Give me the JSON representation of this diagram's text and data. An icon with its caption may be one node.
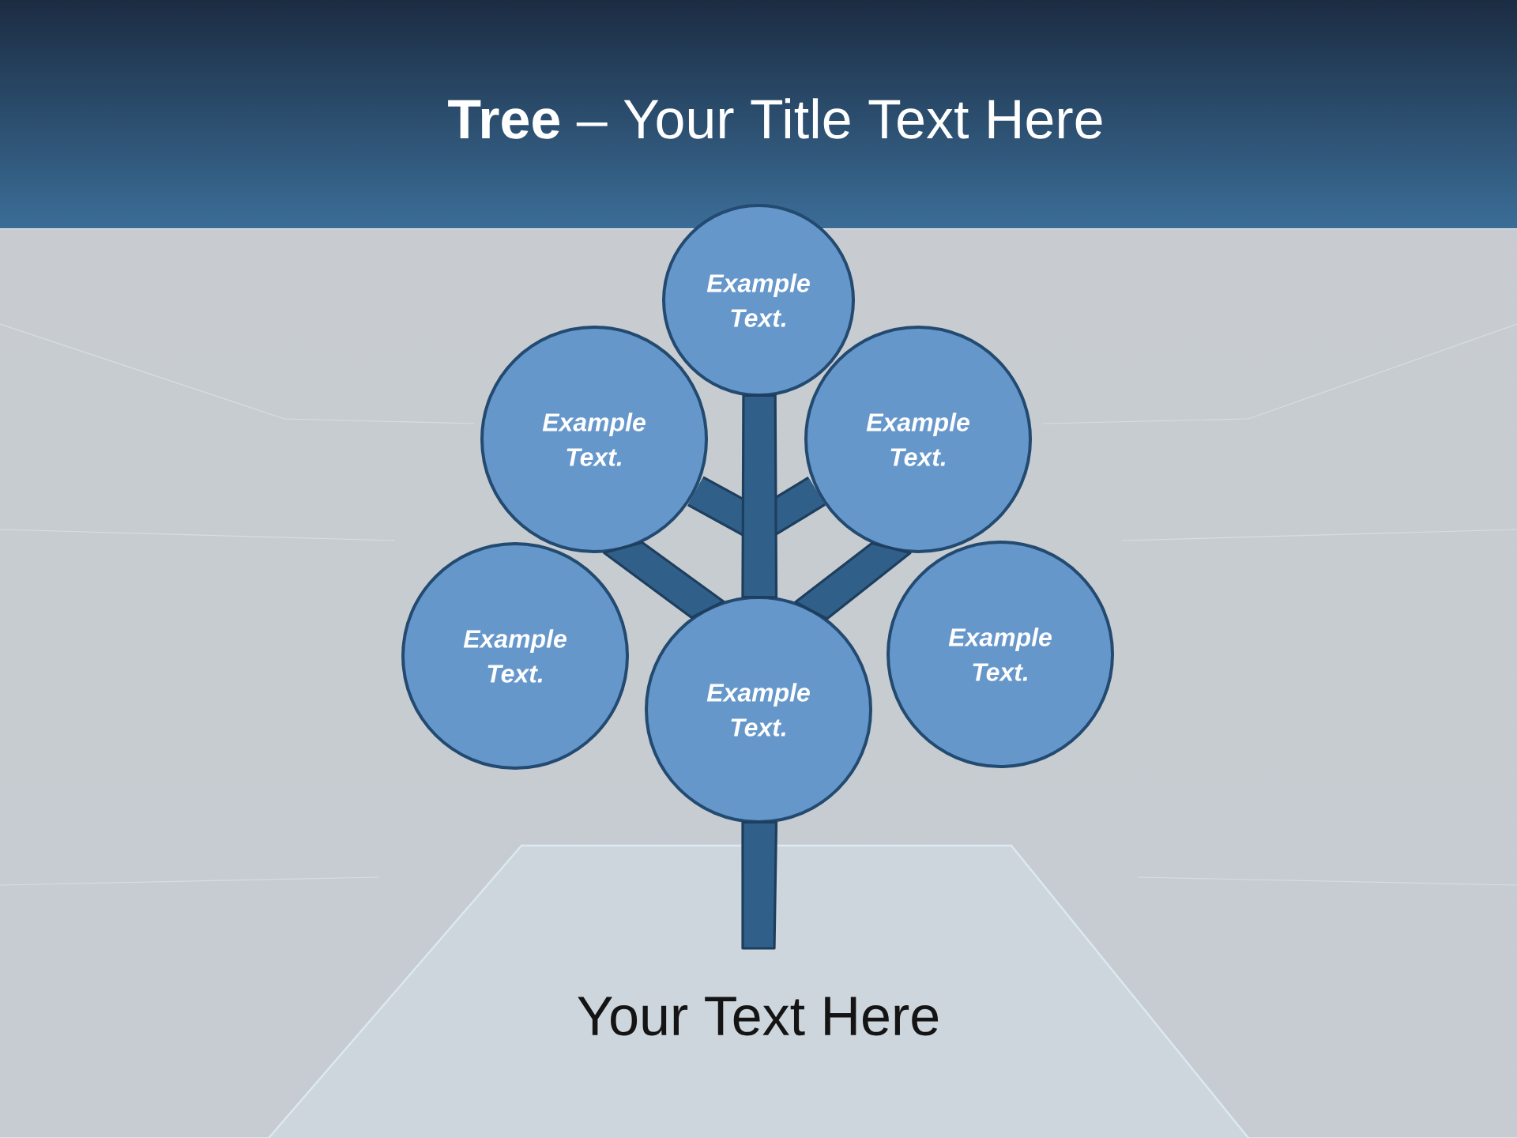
{
  "diagram": {
    "title": "**Tree** – Your Title Text Here",
    "nodes": [
      {
        "text": [
          "Example Text."
        ]
      },
      {
        "text": [
          "Example Text."
        ]
      },
      {
        "text": [
          "Example Text."
        ]
      },
      {
        "text": [
          "Example Text."
        ]
      },
      {
        "text": [
          "Example Text."
        ]
      },
      {
        "text": [
          "Example Text."
        ]
      }
    ],
    "edges": [
      {
        "from": null,
        "to": 1,
        "arrow": "none"
      },
      {
        "from": null,
        "to": 2,
        "arrow": "none"
      },
      {
        "from": 1,
        "to": 4,
        "arrow": "none"
      },
      {
        "from": 2,
        "to": 4,
        "arrow": "none"
      },
      {
        "from": 4,
        "to": 0,
        "arrow": "none"
      },
      {
        "from": 4,
        "to": null,
        "arrow": "none"
      }
    ],
    "labels": [
      "Your Text Here"
    ]
  }
}
